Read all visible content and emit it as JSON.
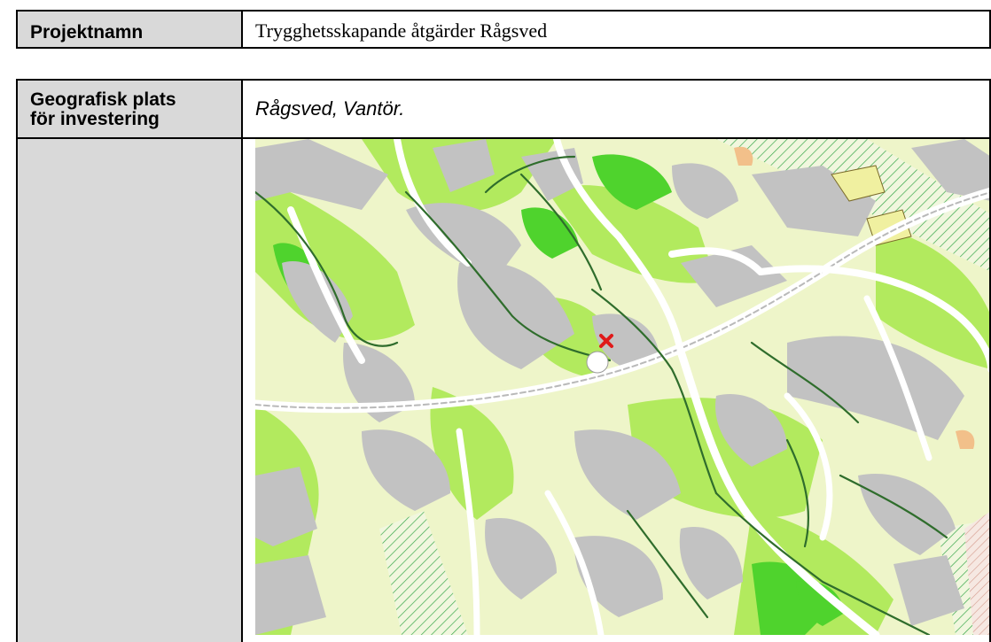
{
  "header": {
    "label": "Projektnamn",
    "value": "Trygghetsskapande åtgärder Rågsved"
  },
  "location": {
    "label_line1": "Geografisk plats",
    "label_line2": "för investering",
    "value": "Rågsved, Vantör."
  },
  "map": {
    "marker_icon": "red-x-marker-icon",
    "colors": {
      "background": "#eef5c9",
      "green": "#b2ea5e",
      "bright_green": "#4fd32d",
      "blocks": "#c2c2c2",
      "roads": "#ffffff",
      "paths": "#2f6d2c",
      "marker": "#e01919"
    }
  }
}
